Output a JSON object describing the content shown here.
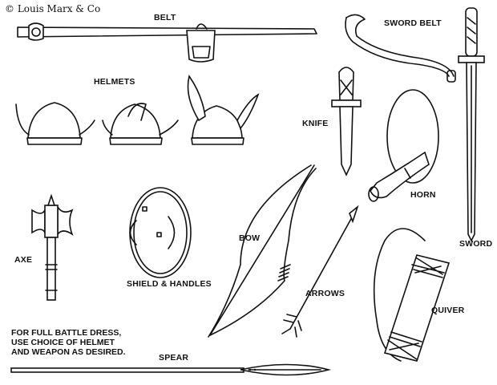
{
  "copyright": "© Louis Marx & Co",
  "labels": {
    "belt": "BELT",
    "sword_belt": "SWORD BELT",
    "helmets": "HELMETS",
    "knife": "KNIFE",
    "horn": "HORN",
    "axe": "AXE",
    "shield": "SHIELD & HANDLES",
    "bow": "BOW",
    "arrows": "ARROWS",
    "sword": "SWORD",
    "quiver": "QUIVER",
    "spear": "SPEAR"
  },
  "note": [
    "FOR FULL BATTLE DRESS,",
    "USE CHOICE OF HELMET",
    "AND WEAPON AS DESIRED."
  ]
}
